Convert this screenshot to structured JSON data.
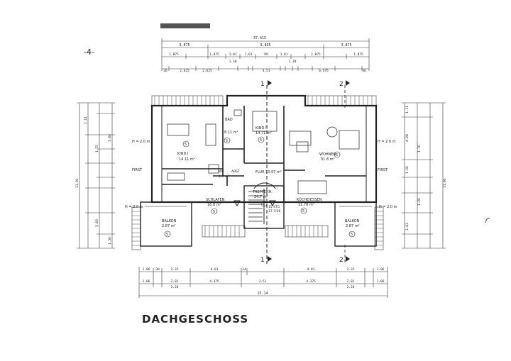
{
  "sheet": {
    "page_mark": "-4-",
    "title": "DACHGESCHOSS"
  },
  "top_dimensions": {
    "overall": "37.615",
    "row2": [
      "3.875",
      "9.865",
      "3.875"
    ],
    "row3": [
      "1.875",
      "1.875",
      "1.01",
      "1.01",
      "99",
      "1.01",
      "1.875",
      "1.875"
    ],
    "row3b": [
      "1.38",
      "1.38"
    ],
    "row4": [
      "36",
      "2.625",
      "2.625",
      "3.51",
      "6.575",
      "36"
    ]
  },
  "bottom_dimensions": {
    "row1": [
      "1.06",
      "30",
      "2.33",
      "4.01",
      "24",
      "4.01",
      "2.33",
      "1.06"
    ],
    "row2": [
      "1.06",
      "2.01",
      "4.375",
      "3.51",
      "4.375",
      "2.01",
      "1.06"
    ],
    "row2b": [
      "2.26",
      "2.26"
    ],
    "overall": "15.14"
  },
  "side_dimensions": {
    "left": [
      "1.11",
      "1.04",
      "11.01",
      "1.75",
      "3.03",
      "1.36"
    ],
    "right": [
      "1.11",
      "4.20",
      "1.76",
      "1.26",
      "3.03",
      "1.26",
      "11.01"
    ]
  },
  "heights": {
    "h_left_top": "H = 2.0 m",
    "h_right_top": "H = 2.0 m",
    "h_left_bottom": "H = 2.0 m",
    "h_right_bottom": "H = 2.0 m",
    "first_left": "FIRST",
    "first_right": "FIRST"
  },
  "rooms": [
    {
      "name": "KIND II",
      "area": "14.71 m²",
      "number": "5"
    },
    {
      "name": "BAD",
      "area": "8.11 m²",
      "number": "5"
    },
    {
      "name": "KIND I",
      "area": "14.11 m²",
      "number": "5"
    },
    {
      "name": "WOHNEN",
      "area": "31.8 m²",
      "number": "5"
    },
    {
      "name": "WC",
      "area": "1.8 m²",
      "number": ""
    },
    {
      "name": "ABST.",
      "area": "",
      "number": ""
    },
    {
      "name": "FLUR",
      "area": "13.97 m²",
      "number": ""
    },
    {
      "name": "SCHLAFEN",
      "area": "16.8 m²",
      "number": "5"
    },
    {
      "name": "TREPPENH.",
      "area": "24.7 m²",
      "number": "5"
    },
    {
      "name": "KÜCHE/ESSEN",
      "area": "11.78 m²",
      "number": "5"
    },
    {
      "name": "BALKON",
      "area": "2.87 m²",
      "number": "5"
    },
    {
      "name": "BALKON",
      "area": "2.87 m²",
      "number": "5"
    }
  ],
  "stair_note": {
    "line1": "15 STG",
    "line2": "17.7/26"
  },
  "sections": {
    "s1": "1",
    "s2": "2"
  }
}
